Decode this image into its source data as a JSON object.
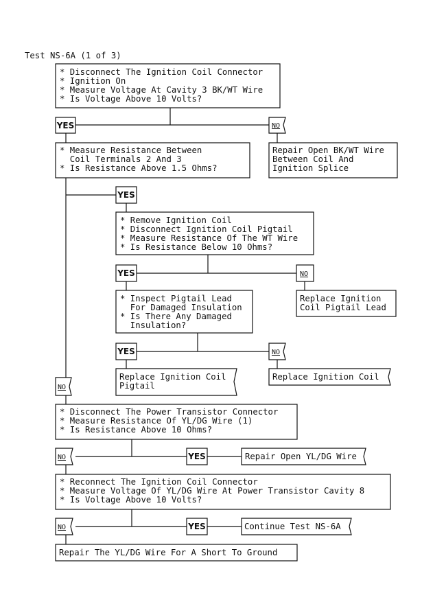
{
  "title": "Test NS-6A (1 of 3)",
  "labels": {
    "yes": "YES",
    "no": "NO"
  },
  "box1": [
    "* Disconnect The Ignition Coil Connector",
    "* Ignition On",
    "* Measure Voltage At Cavity 3 BK/WT Wire",
    "* Is Voltage Above 10 Volts?"
  ],
  "box_repair_bkwt": [
    "Repair Open BK/WT Wire",
    "Between Coil And",
    "Ignition Splice"
  ],
  "box2": [
    "* Measure Resistance Between",
    "  Coil Terminals 2 And 3",
    "* Is Resistance Above 1.5 Ohms?"
  ],
  "box3": [
    "* Remove Ignition Coil",
    "* Disconnect Ignition Coil Pigtail",
    "* Measure Resistance Of The WT Wire",
    "* Is Resistance Below 10 Ohms?"
  ],
  "box_replace_lead": [
    "Replace Ignition",
    "Coil Pigtail Lead"
  ],
  "box4": [
    "* Inspect Pigtail Lead",
    "  For Damaged Insulation",
    "* Is There Any Damaged",
    "  Insulation?"
  ],
  "box_replace_pigtail": [
    "Replace Ignition Coil",
    "Pigtail"
  ],
  "box_replace_coil": [
    "Replace Ignition Coil"
  ],
  "box5": [
    "* Disconnect The Power Transistor Connector",
    "* Measure Resistance Of YL/DG Wire (1)",
    "* Is Resistance Above 10 Ohms?"
  ],
  "box_repair_yldg": [
    "Repair Open YL/DG Wire"
  ],
  "box6": [
    "* Reconnect The Ignition Coil Connector",
    "* Measure Voltage Of YL/DG Wire At Power Transistor Cavity 8",
    "* Is Voltage Above 10 Volts?"
  ],
  "box_continue": [
    "Continue Test NS-6A"
  ],
  "box_repair_short": [
    "Repair The YL/DG Wire For A Short To Ground"
  ]
}
